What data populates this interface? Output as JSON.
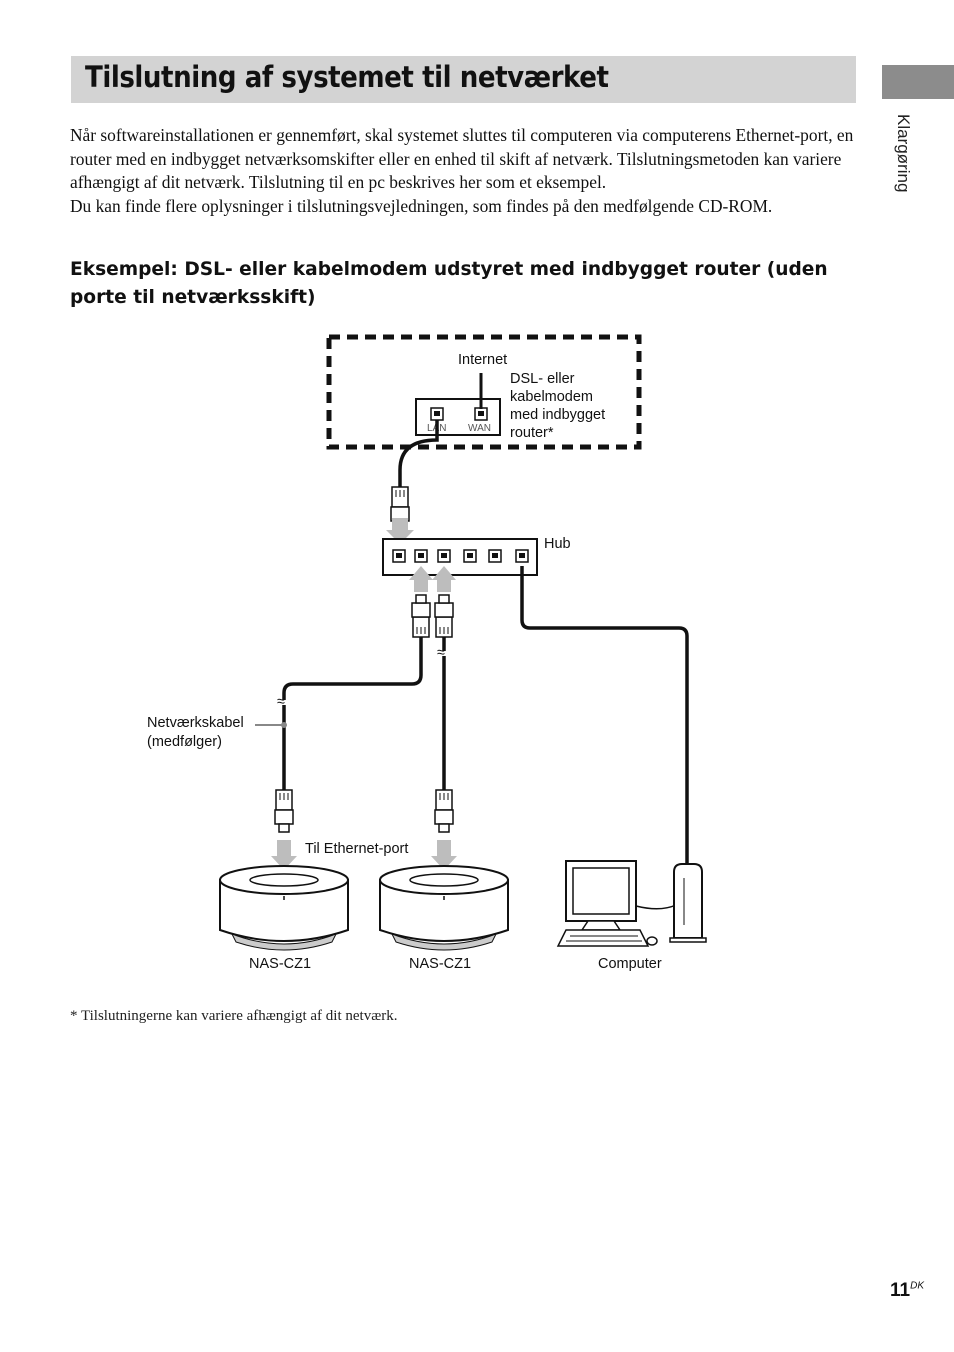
{
  "header": {
    "title": "Tilslutning af systemet til netværket",
    "side_label": "Klargøring"
  },
  "intro": {
    "paragraph_1": "Når softwareinstallationen er gennemført, skal systemet sluttes til computeren via computerens Ethernet-port, en router med en indbygget netværksomskifter eller en enhed til skift af netværk. Tilslutningsmetoden kan variere afhængigt af dit netværk. Tilslutning til en pc beskrives her som et eksempel.",
    "paragraph_2": "Du kan finde flere oplysninger i tilslutningsvejledningen, som findes på den medfølgende CD-ROM."
  },
  "subheading": "Eksempel: DSL- eller kabelmodem udstyret med indbygget router (uden porte til netværksskift)",
  "diagram": {
    "internet": "Internet",
    "router_lines": [
      "DSL- eller",
      "kabelmodem",
      "med indbygget",
      "router*"
    ],
    "port_lan": "LAN",
    "port_wan": "WAN",
    "hub": "Hub",
    "cable_lines": [
      "Netværkskabel",
      "(medfølger)"
    ],
    "ethernet_port": "Til Ethernet-port",
    "device_1": "NAS-CZ1",
    "device_2": "NAS-CZ1",
    "computer": "Computer"
  },
  "footnote": "* Tilslutningerne kan variere afhængigt af dit netværk.",
  "page": {
    "number": "11",
    "suffix": "DK"
  }
}
